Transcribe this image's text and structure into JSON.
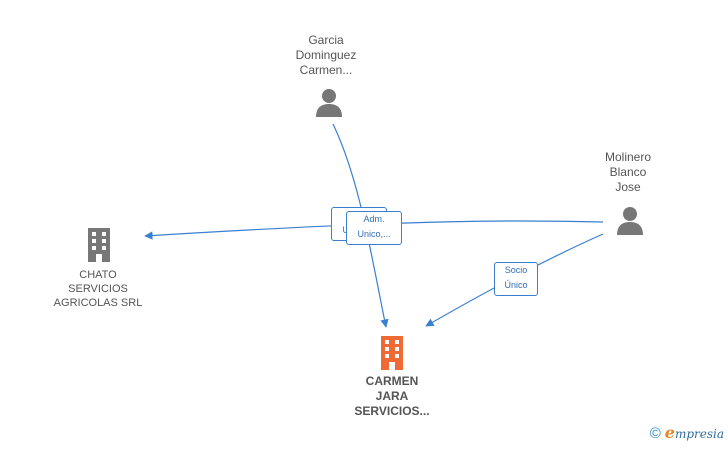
{
  "colors": {
    "edge": "#3a7fd0",
    "person_icon": "#777777",
    "company_icon": "#777777",
    "main_company_icon": "#f06a35",
    "label": "#555555",
    "brand_blue": "#2f6d9a",
    "brand_orange": "#e8862a"
  },
  "nodes": {
    "garcia": {
      "lines": [
        "Garcia",
        "Dominguez",
        "Carmen..."
      ],
      "icon": "person-icon"
    },
    "molinero": {
      "lines": [
        "Molinero",
        "Blanco",
        "Jose"
      ],
      "icon": "person-icon"
    },
    "chato": {
      "lines": [
        "CHATO",
        "SERVICIOS",
        "AGRICOLAS SRL"
      ],
      "icon": "building-icon"
    },
    "carmen_jara": {
      "lines": [
        "CARMEN",
        "JARA",
        "SERVICIOS..."
      ],
      "icon": "building-icon"
    }
  },
  "edges": {
    "adm_back": {
      "lines": [
        "Adm.",
        "Unico,..."
      ]
    },
    "adm_front": {
      "lines": [
        "Adm.",
        "Unico,..."
      ]
    },
    "socio": {
      "lines": [
        "Socio",
        "Único"
      ]
    }
  },
  "footer": {
    "copyright": "©",
    "brand_initial": "e",
    "brand_rest": "mpresia"
  }
}
